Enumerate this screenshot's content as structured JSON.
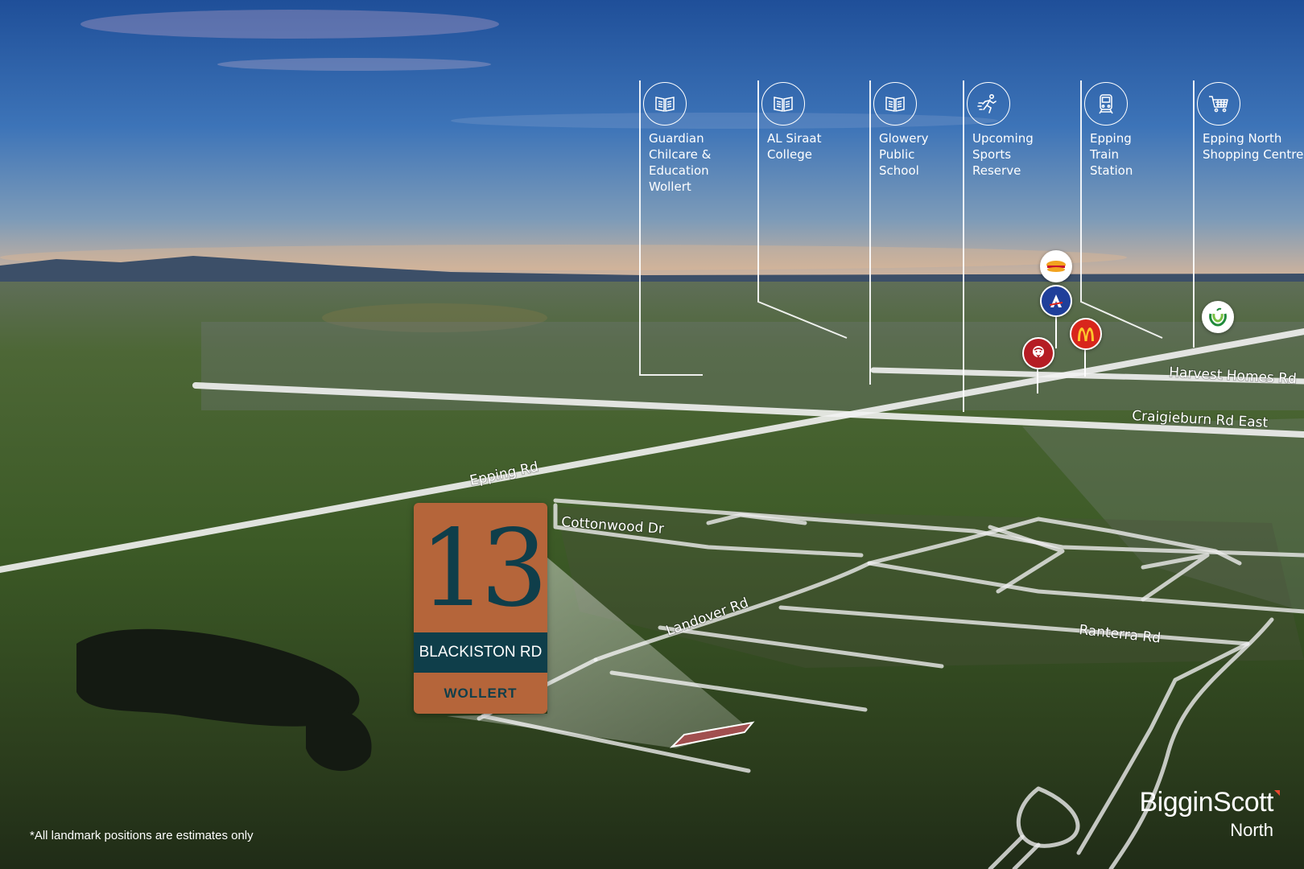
{
  "landmarks": [
    {
      "icon": "book-icon",
      "name": "Guardian\nChilcare &\nEducation\nWollert"
    },
    {
      "icon": "book-icon",
      "name": "AL Siraat\nCollege"
    },
    {
      "icon": "book-icon",
      "name": "Glowery\nPublic\nSchool"
    },
    {
      "icon": "runner-icon",
      "name": "Upcoming\nSports\nReserve"
    },
    {
      "icon": "train-icon",
      "name": "Epping\nTrain\nStation"
    },
    {
      "icon": "shopping-cart-icon",
      "name": "Epping North\nShopping Centre"
    }
  ],
  "roads": {
    "harvest_homes": "Harvest Homes Rd",
    "craigieburn": "Craigieburn Rd East",
    "epping": "Epping Rd",
    "cottonwood": "Cottonwood Dr",
    "landover": "Landover Rd",
    "ranterra": "Ranterra Rd"
  },
  "brand_pins": [
    {
      "icon": "hungry-jacks-logo-icon",
      "color": "#ffffff"
    },
    {
      "icon": "ampol-logo-icon",
      "color": "#1f3f9a"
    },
    {
      "icon": "mcdonalds-logo-icon",
      "color": "#d8261c"
    },
    {
      "icon": "kfc-logo-icon",
      "color": "#b51d24"
    },
    {
      "icon": "woolworths-logo-icon",
      "color": "#ffffff"
    }
  ],
  "lot": {
    "number": "13",
    "street": "BLACKISTON RD",
    "suburb": "WOLLERT",
    "card_color": "#b5653a",
    "band_color": "#0f3e4a"
  },
  "disclaimer": "*All landmark positions are estimates only",
  "brand": {
    "name": "BigginScott",
    "sub": "North",
    "accent": "#e8472f"
  }
}
